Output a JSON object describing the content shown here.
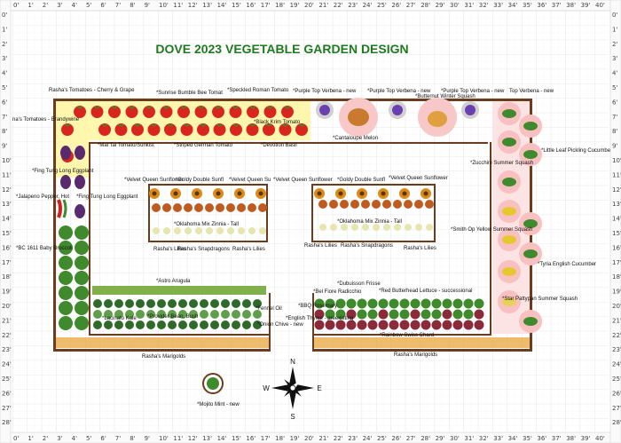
{
  "title": "DOVE 2023 VEGETABLE GARDEN DESIGN",
  "ruler": {
    "top": [
      "0'",
      "1'",
      "2'",
      "3'",
      "4'",
      "5'",
      "6'",
      "7'",
      "8'",
      "9'",
      "10'",
      "11'",
      "12'",
      "13'",
      "14'",
      "15'",
      "16'",
      "17'",
      "18'",
      "19'",
      "20'",
      "21'",
      "22'",
      "23'",
      "24'",
      "25'",
      "26'",
      "27'",
      "28'",
      "29'",
      "30'",
      "31'",
      "32'",
      "33'",
      "34'",
      "35'",
      "36'",
      "37'",
      "38'",
      "39'",
      "40'"
    ],
    "left": [
      "0'",
      "1'",
      "2'",
      "3'",
      "4'",
      "5'",
      "6'",
      "7'",
      "8'",
      "9'",
      "10'",
      "11'",
      "12'",
      "13'",
      "14'",
      "15'",
      "16'",
      "17'",
      "18'",
      "19'",
      "20'",
      "21'",
      "22'",
      "23'",
      "24'",
      "25'",
      "26'",
      "27'",
      "28'"
    ]
  },
  "labels": {
    "tom_cherry": "Rasha's Tomatoes - Cherry & Grape",
    "tom_sunrise": "*Sunrise Bumble Bee Tomat",
    "tom_speckled": "*Speckled Roman Tomato",
    "verbena1": "*Purple Top Verbena - new",
    "verbena2": "*Purple Top Verbena - new",
    "verbena3": "*Purple Top Verbena - new",
    "verbena4": "Top Verbena - new",
    "butternut": "*Butternut Winter Squash",
    "tom_brandywine": "na's Tomatoes - Brandywine",
    "black_krim": "*Black Krim Tomato",
    "mai_tai": "*Mai Tai Tomato/Sunkist",
    "striped": "*Striped German Tomato",
    "devotion": "*Devotion Basil",
    "cantaloupe": "*Cantaloupe Melon",
    "little_leaf": "*Little Leaf Pickling Cucumbe",
    "zucchini": "*Zucchini Summer Squash",
    "fing1": "*Fing Tung Long Eggplant",
    "vq1": "*Velvet Queen Sunflower",
    "goldy1": "*Goldy Double Sunfl",
    "vq2": "*Velvet Queen Su",
    "vq3": "*Velvet Queen Sunflower",
    "goldy2": "*Goldy Double Sunfl",
    "vq4": "*Velvet Queen Sunflower",
    "jalapeno": "*Jalapeno Pepper, Hot",
    "fing2": "*Fing Tung Long Eggplant",
    "zinnia1": "*Oklahoma Mix Zinnia - Tall",
    "zinnia2": "*Oklahoma Mix Zinnia - Tall",
    "lilies1": "Rasha's Lilies",
    "snap1": "Rasha's Snapdragons",
    "lilies2": "Rasha's Lilies",
    "lilies3": "Rasha's Lilies",
    "snap2": "Rasha's Snapdragons",
    "lilies4": "Rasha's Lilies",
    "smith": "*Smith Op Yellow Summer Squash",
    "broccoli": "*BC 1611 Baby Broccoli",
    "tyria": "*Tyria English Cucumber",
    "arugula": "*Astro Arugula",
    "dubuisson": "*Dubuisson Frisse",
    "bel_fiore": "*Bel Fiore Radicchio",
    "red_butterhead": "*Red Butterhead Lettuce - successional",
    "star_patty": "*Star Pattypan Summer Squash",
    "fennel": "*Fennel Oil",
    "bbq": "*BBQ Rosemary",
    "lacinato": "*Lacinato Kale",
    "provider": "*Provider Bean, Bush",
    "thyme": "*English Thyme - preexisting",
    "onion": "*Onion Chive - new",
    "rainbow": "*Rainbow Swiss Chard",
    "marigolds1": "Rasha's Marigolds",
    "marigolds2": "Rasha's Marigolds",
    "mojito": "*Mojito Mint - new"
  },
  "compass": {
    "n": "N",
    "s": "S",
    "e": "E",
    "w": "W"
  },
  "colors": {
    "bed_border": "#6b3d1e",
    "tomato_highlight": "#fff6a0",
    "squash_highlight": "#f8c8c8",
    "tomato": "#d8261e",
    "eggplant": "#5a2a6e",
    "leaf": "#3f8a2c",
    "title": "#1f7a1f"
  }
}
